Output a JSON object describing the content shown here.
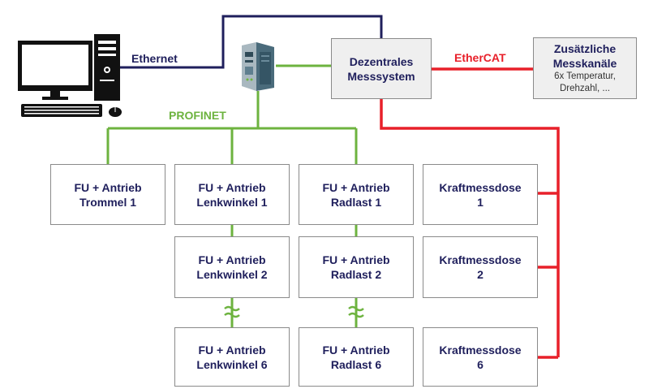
{
  "labels": {
    "ethernet": "Ethernet",
    "profinet": "PROFINET",
    "ethercat": "EtherCAT"
  },
  "central": {
    "line1": "Dezentrales",
    "line2": "Messsystem"
  },
  "extra": {
    "line1": "Zusätzliche",
    "line2": "Messkanäle",
    "sub1": "6x Temperatur,",
    "sub2": "Drehzahl, ..."
  },
  "drives": {
    "trommel1": {
      "line1": "FU + Antrieb",
      "line2": "Trommel 1"
    },
    "lenk1": {
      "line1": "FU + Antrieb",
      "line2": "Lenkwinkel 1"
    },
    "lenk2": {
      "line1": "FU + Antrieb",
      "line2": "Lenkwinkel 2"
    },
    "lenk6": {
      "line1": "FU + Antrieb",
      "line2": "Lenkwinkel 6"
    },
    "rad1": {
      "line1": "FU + Antrieb",
      "line2": "Radlast 1"
    },
    "rad2": {
      "line1": "FU + Antrieb",
      "line2": "Radlast 2"
    },
    "rad6": {
      "line1": "FU + Antrieb",
      "line2": "Radlast 6"
    }
  },
  "loadcells": {
    "k1": {
      "line1": "Kraftmessdose",
      "line2": "1"
    },
    "k2": {
      "line1": "Kraftmessdose",
      "line2": "2"
    },
    "k6": {
      "line1": "Kraftmessdose",
      "line2": "6"
    }
  },
  "colors": {
    "ethernet": "#1f1f5c",
    "profinet": "#6db33f",
    "ethercat": "#e8202a",
    "text": "#1f1f5c"
  },
  "icons": {
    "computer": "desktop-computer-icon",
    "plc": "plc-controller-icon"
  }
}
